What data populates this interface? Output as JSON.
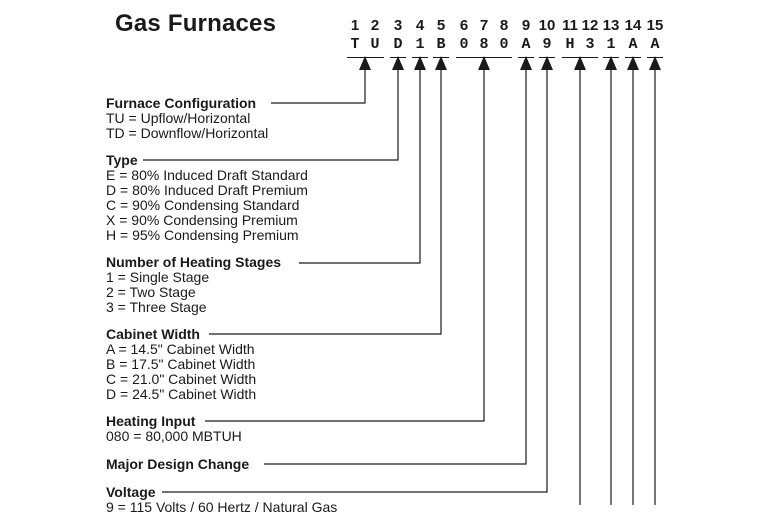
{
  "title": "Gas Furnaces",
  "positions": [
    "1",
    "2",
    "3",
    "4",
    "5",
    "6",
    "7",
    "8",
    "9",
    "10",
    "11",
    "12",
    "13",
    "14",
    "15"
  ],
  "codes": [
    "T",
    "U",
    "D",
    "1",
    "B",
    "0",
    "8",
    "0",
    "A",
    "9",
    "H",
    "3",
    "1",
    "A",
    "A"
  ],
  "sections": [
    {
      "heading": "Furnace Configuration",
      "options": [
        "TU = Upflow/Horizontal",
        "TD = Downflow/Horizontal"
      ]
    },
    {
      "heading": "Type",
      "options": [
        "E = 80% Induced Draft Standard",
        "D = 80% Induced Draft Premium",
        "C = 90% Condensing Standard",
        "X = 90% Condensing Premium",
        "H = 95% Condensing Premium"
      ]
    },
    {
      "heading": "Number of Heating Stages",
      "options": [
        "1 = Single Stage",
        "2 = Two Stage",
        "3 = Three Stage"
      ]
    },
    {
      "heading": "Cabinet Width",
      "options": [
        "A = 14.5\" Cabinet Width",
        "B = 17.5\" Cabinet Width",
        "C = 21.0\" Cabinet Width",
        "D = 24.5\" Cabinet Width"
      ]
    },
    {
      "heading": "Heating Input",
      "options": [
        "080 = 80,000 MBTUH"
      ]
    },
    {
      "heading": "Major Design Change",
      "options": []
    },
    {
      "heading": "Voltage",
      "options": [
        "9 = 115 Volts / 60 Hertz / Natural Gas"
      ]
    }
  ]
}
